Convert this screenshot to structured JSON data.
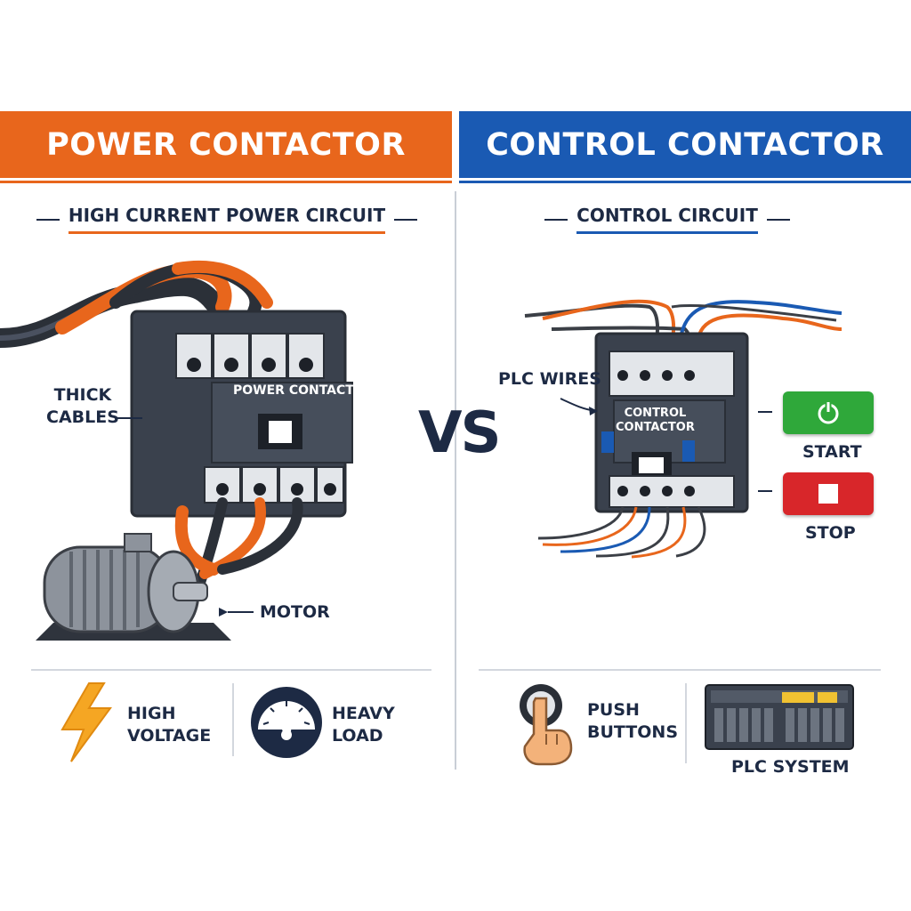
{
  "left": {
    "banner": "POWER CONTACTOR",
    "subtitle": "HIGH CURRENT POWER CIRCUIT",
    "device_label": "POWER CONTACTOR",
    "callout_cables": "THICK\nCABLES",
    "callout_motor": "MOTOR",
    "feature_1": "HIGH\nVOLTAGE",
    "feature_2": "HEAVY\nLOAD"
  },
  "vs": "VS",
  "right": {
    "banner": "CONTROL CONTACTOR",
    "subtitle": "CONTROL CIRCUIT",
    "device_label": "CONTROL\nCONTACTOR",
    "callout_wires": "PLC WIRES",
    "start_label": "START",
    "stop_label": "STOP",
    "feature_1": "PUSH\nBUTTONS",
    "feature_2": "PLC SYSTEM"
  },
  "colors": {
    "power_accent": "#e8661c",
    "control_accent": "#1a5ab3",
    "dark_navy": "#1d2a44",
    "start_green": "#2fa83a",
    "stop_red": "#d8262a"
  },
  "icons": [
    "lightning-icon",
    "gauge-icon",
    "push-button-hand-icon",
    "plc-rack-icon",
    "power-icon",
    "stop-icon",
    "motor-icon"
  ]
}
